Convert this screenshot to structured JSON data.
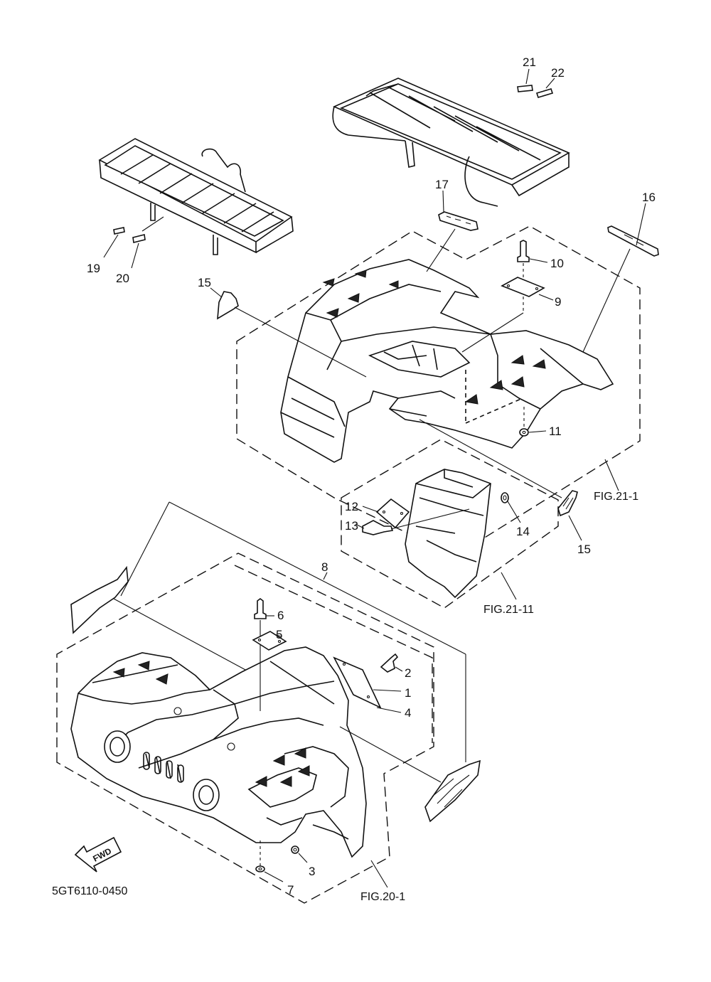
{
  "callouts": {
    "n1": "1",
    "n2": "2",
    "n3": "3",
    "n4": "4",
    "n5": "5",
    "n6": "6",
    "n7": "7",
    "n8": "8",
    "n9": "9",
    "n10": "10",
    "n11": "11",
    "n12": "12",
    "n13": "13",
    "n14": "14",
    "n15a": "15",
    "n15b": "15",
    "n16": "16",
    "n17": "17",
    "n19": "19",
    "n20": "20",
    "n21": "21",
    "n22": "22"
  },
  "figure_refs": {
    "rear_fender": "FIG.21-1",
    "rear_flap": "FIG.21-11",
    "front_fender": "FIG.20-1"
  },
  "direction_arrow": "FWD",
  "diagram_code": "5GT6110-0450",
  "icons": [
    "forward-arrow-icon"
  ]
}
